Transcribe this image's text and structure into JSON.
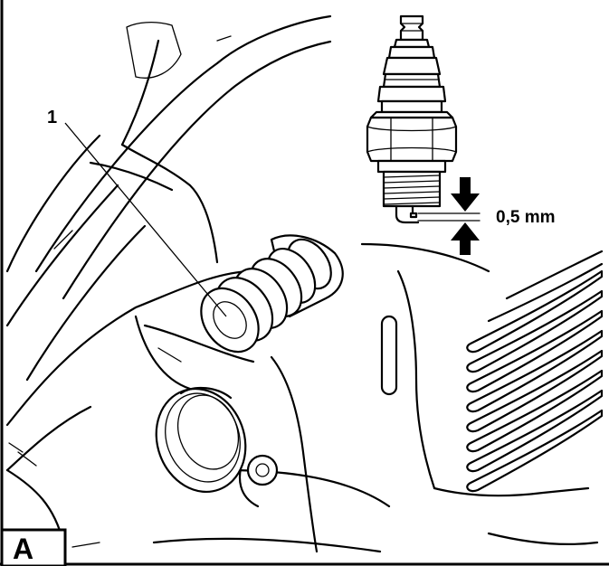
{
  "figure": {
    "panel_label": "A",
    "callout_number": "1",
    "gap_measurement": "0,5 mm"
  },
  "colors": {
    "ink": "#000000",
    "paper": "#ffffff"
  }
}
